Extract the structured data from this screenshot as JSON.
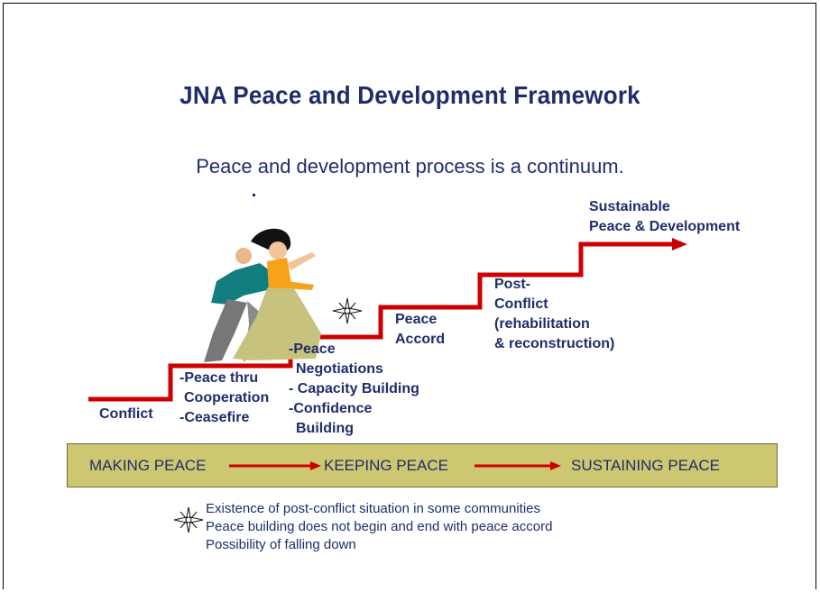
{
  "title": "JNA Peace and Development Framework",
  "subtitle": "Peace and development process is a continuum.",
  "steps": {
    "conflict": "Conflict",
    "cooperation": [
      "-Peace thru",
      "Cooperation",
      "-Ceasefire"
    ],
    "negotiations": [
      "-Peace",
      "Negotiations",
      "- Capacity Building",
      "-Confidence",
      "Building"
    ],
    "accord": [
      "Peace",
      "Accord"
    ],
    "post_conflict": [
      "Post-",
      "Conflict",
      "(rehabilitation",
      "& reconstruction)"
    ],
    "sustainable": [
      "Sustainable",
      "Peace & Development"
    ]
  },
  "band": {
    "making": "MAKING PEACE",
    "keeping": "KEEPING PEACE",
    "sustaining": "SUSTAINING PEACE"
  },
  "notes": [
    "Existence of post-conflict situation in some communities",
    "Peace building does not begin and end with peace accord",
    "Possibility of falling down"
  ],
  "colors": {
    "title": "#1f2d6a",
    "stairs": "#cc0000",
    "band": "#cec771"
  },
  "icons": [
    "compass-star-icon",
    "runners-illustration"
  ]
}
